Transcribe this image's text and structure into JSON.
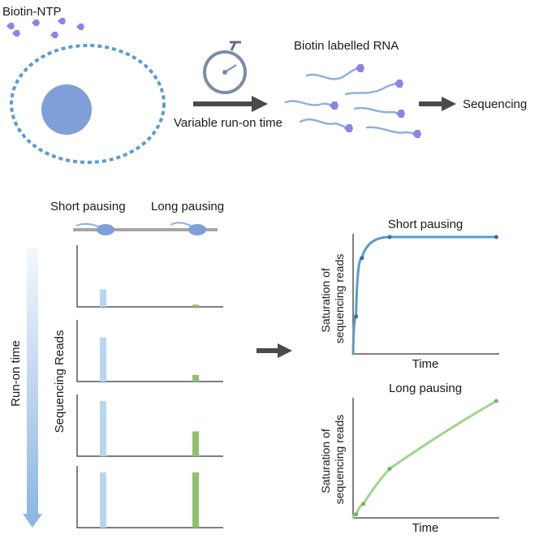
{
  "labels": {
    "biotin_ntp": "Biotin-NTP",
    "biotin_labelled_rna": "Biotin labelled RNA",
    "variable_run_on_time": "Variable run-on time",
    "sequencing": "Sequencing",
    "short_pausing": "Short pausing",
    "long_pausing": "Long pausing",
    "run_on_time": "Run-on time",
    "sequencing_reads": "Sequencing Reads"
  },
  "colors": {
    "nucleus": "#7f9fd8",
    "cell_membrane": "#5a9bd4",
    "nucleotide": "#8f82e6",
    "rna_strand": "#8fb0de",
    "arrow": "#4a4a4a",
    "short_pausing_bar": "#b9d6ef",
    "long_pausing_bar": "#8fc26e",
    "short_curve": "#5a9cc8",
    "long_curve": "#9ed68c"
  },
  "reads_panels": [
    {
      "short": 0.32,
      "long": 0.04
    },
    {
      "short": 0.8,
      "long": 0.12
    },
    {
      "short": 1.0,
      "long": 0.45
    },
    {
      "short": 1.0,
      "long": 1.0
    }
  ],
  "chart_data": [
    {
      "type": "line",
      "title": "Short pausing",
      "xlabel": "Time",
      "ylabel": "Saturation of sequencing reads",
      "xlim": [
        0,
        1
      ],
      "ylim": [
        0,
        1
      ],
      "series": [
        {
          "points": [
            [
              0.02,
              0.32
            ],
            [
              0.06,
              0.82
            ],
            [
              0.25,
              1.0
            ],
            [
              0.98,
              1.0
            ]
          ]
        }
      ]
    },
    {
      "type": "line",
      "title": "Long pausing",
      "xlabel": "Time",
      "ylabel": "Saturation of sequencing reads",
      "xlim": [
        0,
        1
      ],
      "ylim": [
        0,
        1
      ],
      "series": [
        {
          "points": [
            [
              0.02,
              0.03
            ],
            [
              0.07,
              0.12
            ],
            [
              0.25,
              0.42
            ],
            [
              0.98,
              1.0
            ]
          ]
        }
      ]
    }
  ]
}
